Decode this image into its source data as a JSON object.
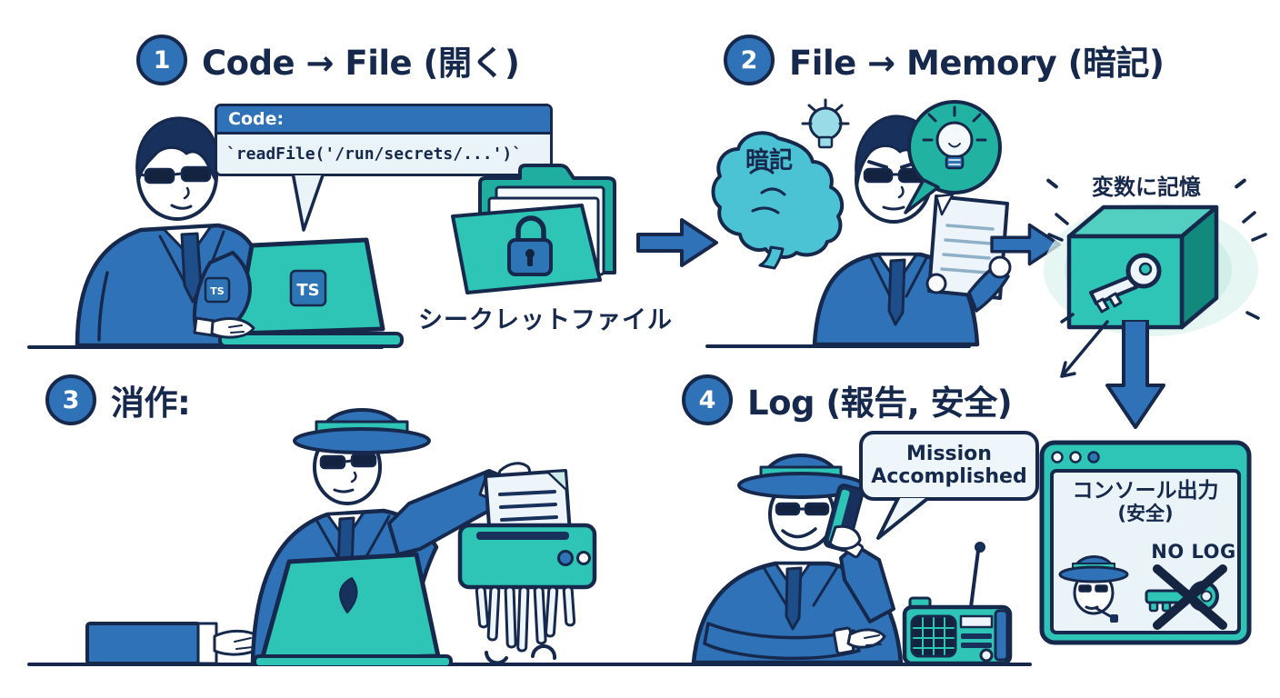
{
  "colors": {
    "navy": "#16294d",
    "blue": "#2f72b8",
    "teal": "#2ec4b6",
    "light_panel": "#e9f3f8"
  },
  "panel1": {
    "number": "1",
    "title": "Code → File (開く)",
    "code_header": "Code:",
    "code_body": "`readFile('/run/secrets/...')`",
    "laptop_badge": "TS",
    "jacket_badge": "TS",
    "folder_label": "シークレットファイル"
  },
  "panel2": {
    "number": "2",
    "title": "File → Memory (暗記)",
    "brain_label": "暗記",
    "safe_label": "変数に記憶"
  },
  "panel3": {
    "number": "3",
    "title": "消作:"
  },
  "panel4": {
    "number": "4",
    "title": "Log (報告, 安全)",
    "speech_bubble": "Mission Accomplished",
    "console_title": "コンソール出力",
    "console_subtitle": "(安全)",
    "no_log_label": "NO LOG"
  }
}
